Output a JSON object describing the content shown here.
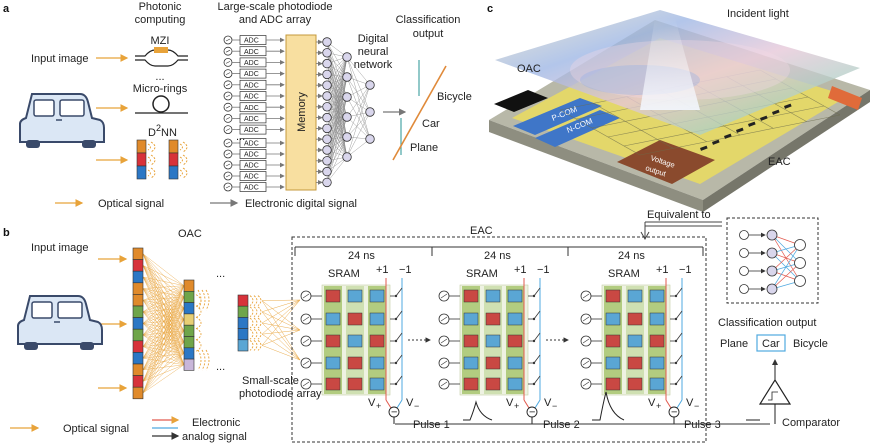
{
  "panel_a": {
    "label": "a",
    "input_image": "Input image",
    "photonic_computing": [
      "Photonic",
      "computing"
    ],
    "mzi": "MZI",
    "ellipsis": "...",
    "micro_rings": "Micro-rings",
    "d2nn_base": "D",
    "d2nn_sup": "2",
    "d2nn_tail": "NN",
    "photodiode_title": [
      "Large-scale photodiode",
      "and ADC array"
    ],
    "adc": "ADC",
    "memory": "Memory",
    "dnn_title": [
      "Digital",
      "neural",
      "network"
    ],
    "classification_title": [
      "Classification",
      "output"
    ],
    "classes": [
      "Bicycle",
      "Car",
      "Plane"
    ],
    "legend_optical": "Optical signal",
    "legend_electronic": "Electronic digital signal"
  },
  "panel_b": {
    "label": "b",
    "input_image": "Input image",
    "oac": "OAC",
    "eac": "EAC",
    "equivalent_to": "Equivalent to",
    "timing": [
      "24 ns",
      "24 ns",
      "24 ns"
    ],
    "sram": "SRAM",
    "plus_one": "+1",
    "minus_one": "−1",
    "vplus": "V",
    "vminus": "V",
    "sub_plus": "+",
    "sub_minus": "−",
    "minus_sign": "−",
    "pulses": [
      "Pulse 1",
      "Pulse 2",
      "Pulse 3"
    ],
    "small_pd": [
      "Small-scale",
      "photodiode array"
    ],
    "comparator": "Comparator",
    "classification_output": "Classification output",
    "out_classes": [
      "Plane",
      "Car",
      "Bicycle"
    ],
    "legend_optical": "Optical signal",
    "legend_electronic": [
      "Electronic",
      "analog signal"
    ]
  },
  "panel_c": {
    "label": "c",
    "incident_light": "Incident light",
    "oac": "OAC",
    "eac": "EAC",
    "pcom": "P-COM",
    "ncom": "N-COM",
    "voltage_output": [
      "Voltage",
      "output"
    ]
  },
  "colors": {
    "optical": "#e8a33a",
    "memory_fill": "#f8dfa0",
    "memory_stroke": "#c49a3c",
    "node_fill": "#d9d6ec",
    "node_stroke": "#333333",
    "sram_green": "#a7c66f",
    "sram_red": "#c94843",
    "sram_blue": "#5aa6d4",
    "car_fill": "#dbe7f5",
    "car_stroke": "#3a4a6a",
    "red_wire": "#e25a4f",
    "blue_wire": "#4fa9e0",
    "line_orange": "#e08a3a",
    "chip_bg": "#c9c9c0",
    "chip_yellow": "#e3d76a",
    "chip_blue": "#3f76c8",
    "chip_brown": "#8a4a2d"
  },
  "oac_column_colors": [
    "#e08a2b",
    "#d7323a",
    "#2b77c5",
    "#e08a2b",
    "#e08a2b",
    "#6fa54a",
    "#2b77c5",
    "#6fa54a",
    "#d7323a",
    "#2b77c5",
    "#e08a2b",
    "#d7323a",
    "#e08a2b"
  ],
  "oac_column2_colors": [
    "#e08a2b",
    "#6fa54a",
    "#2b77c5",
    "#e8cf74",
    "#6fa54a",
    "#6fa54a",
    "#2b77c5",
    "#c8b6d9"
  ],
  "oac_column3_colors": [
    "#d7323a",
    "#6fa54a",
    "#2b77c5",
    "#2b77c5",
    "#5aa6d4"
  ],
  "d2nn_colors": [
    "#e08a2b",
    "#d7323a",
    "#2b77c5"
  ],
  "sram_cells": [
    [
      "r",
      "b",
      "b"
    ],
    [
      "b",
      "r",
      "b"
    ],
    [
      "r",
      "b",
      "r"
    ],
    [
      "b",
      "r",
      "b"
    ],
    [
      "r",
      "r",
      "b"
    ]
  ]
}
